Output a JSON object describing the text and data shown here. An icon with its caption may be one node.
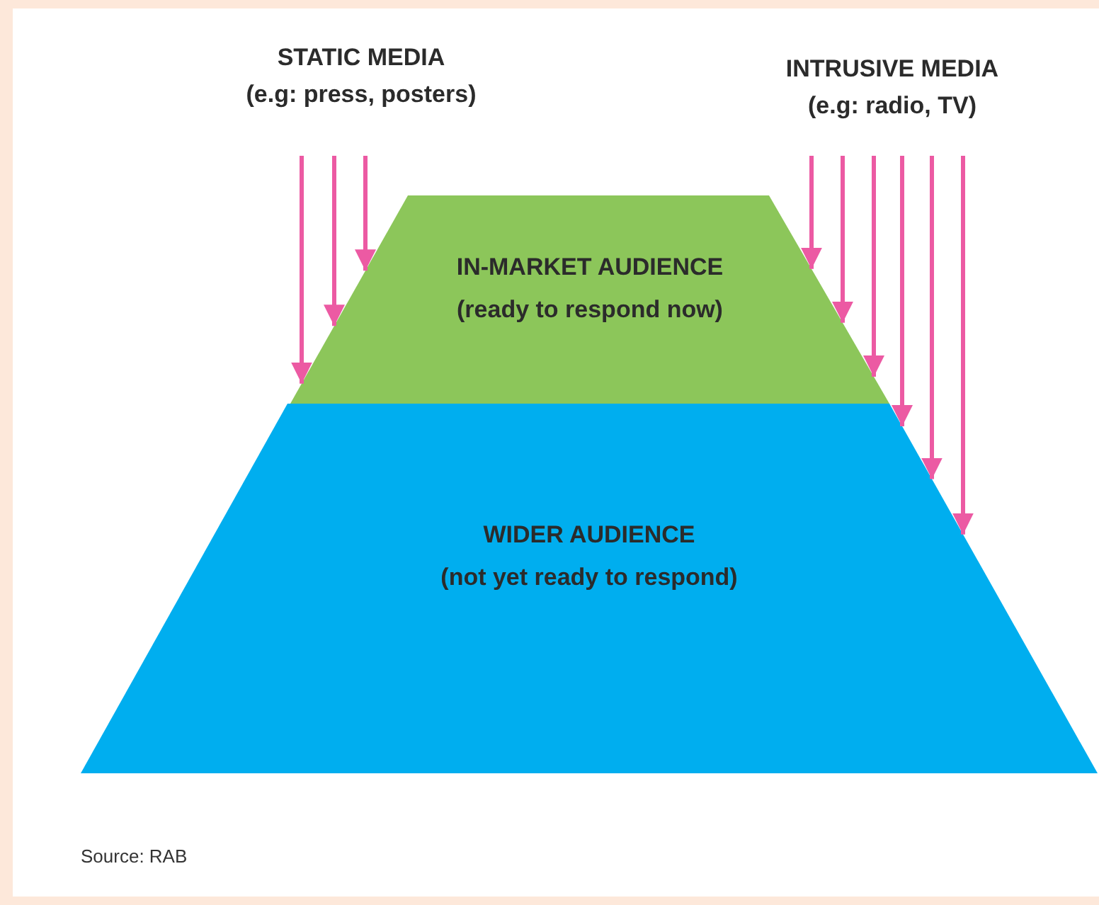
{
  "diagram": {
    "nodes": [
      {
        "text": [
          "STATIC MEDIA",
          "(e.g: press, posters)"
        ]
      },
      {
        "text": [
          "INTRUSIVE MEDIA",
          "(e.g: radio, TV)"
        ]
      },
      {
        "text": [
          "IN-MARKET AUDIENCE",
          "(ready to respond now)"
        ]
      },
      {
        "text": [
          "WIDER AUDIENCE",
          "(not yet ready to respond)"
        ]
      }
    ],
    "edges": [
      {
        "from": 0,
        "to": 2,
        "arrow": "to"
      },
      {
        "from": 0,
        "to": 2,
        "arrow": "to"
      },
      {
        "from": 0,
        "to": 2,
        "arrow": "to"
      },
      {
        "from": 1,
        "to": 2,
        "arrow": "to"
      },
      {
        "from": 1,
        "to": 2,
        "arrow": "to"
      },
      {
        "from": 1,
        "to": 2,
        "arrow": "to"
      },
      {
        "from": 1,
        "to": 3,
        "arrow": "to"
      },
      {
        "from": 1,
        "to": 3,
        "arrow": "to"
      },
      {
        "from": 1,
        "to": 3,
        "arrow": "to"
      }
    ],
    "labels": [
      "Source: RAB"
    ]
  }
}
